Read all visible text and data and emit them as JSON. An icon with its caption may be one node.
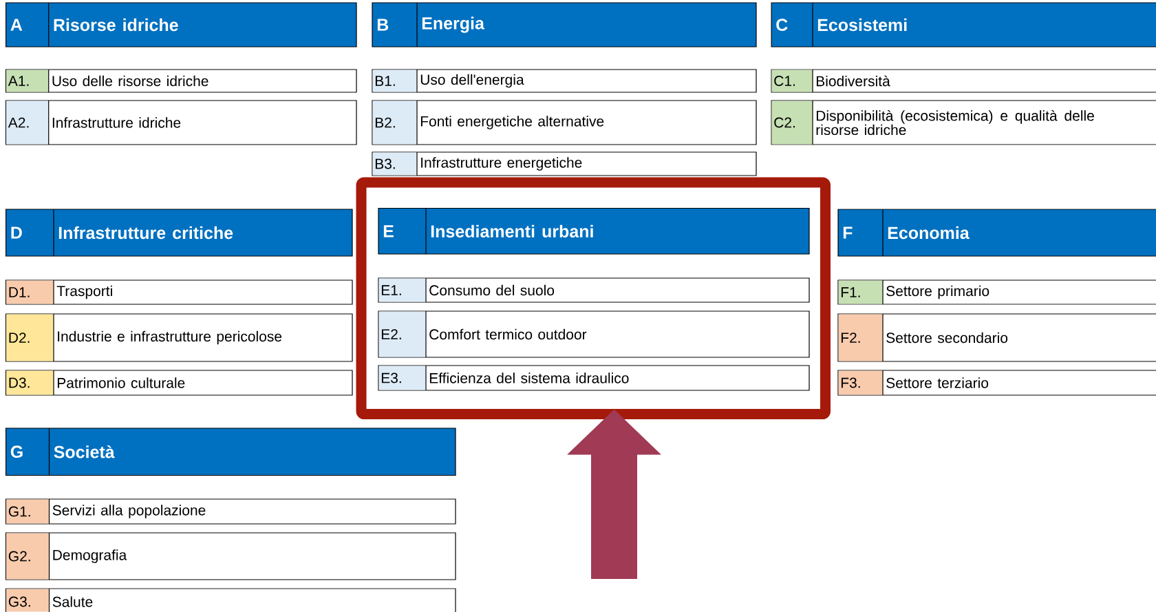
{
  "diagram": {
    "nodes": [
      {
        "text": [
          "A",
          "Risorse idriche"
        ]
      },
      {
        "text": [
          "A1.",
          "Uso delle risorse idriche"
        ]
      },
      {
        "text": [
          "A2.",
          "Infrastrutture idriche"
        ]
      },
      {
        "text": [
          "B",
          "Energia"
        ]
      },
      {
        "text": [
          "B1.",
          "Uso dell'energia"
        ]
      },
      {
        "text": [
          "B2.",
          "Fonti energetiche alternative"
        ]
      },
      {
        "text": [
          "B3.",
          "Infrastrutture energetiche"
        ]
      },
      {
        "text": [
          "C",
          "Ecosistemi"
        ]
      },
      {
        "text": [
          "C1.",
          "Biodiversità"
        ]
      },
      {
        "text": [
          "C2.",
          "Disponibilità (ecosistemica) e qualità delle risorse idriche"
        ]
      },
      {
        "text": [
          "D",
          "Infrastrutture critiche"
        ]
      },
      {
        "text": [
          "D1.",
          "Trasporti"
        ]
      },
      {
        "text": [
          "D2.",
          "Industrie e infrastrutture pericolose"
        ]
      },
      {
        "text": [
          "D3.",
          "Patrimonio culturale"
        ]
      },
      {
        "text": [],
        "shape": "box"
      },
      {
        "text": [
          "E",
          "Insediamenti urbani"
        ],
        "in": 14
      },
      {
        "text": [
          "E1.",
          "Consumo del suolo"
        ],
        "in": 14
      },
      {
        "text": [
          "E2.",
          "Comfort termico outdoor"
        ],
        "in": 14
      },
      {
        "text": [
          "E3.",
          "Efficienza del sistema idraulico"
        ],
        "in": 14
      },
      {
        "text": [
          "F",
          "Economia"
        ]
      },
      {
        "text": [
          "F1.",
          "Settore primario"
        ]
      },
      {
        "text": [
          "F2.",
          "Settore secondario"
        ]
      },
      {
        "text": [
          "F3.",
          "Settore terziario"
        ]
      },
      {
        "text": [
          "G",
          "Società"
        ]
      },
      {
        "text": [
          "G1.",
          "Servizi alla popolazione"
        ]
      },
      {
        "text": [
          "G2.",
          "Demografia"
        ]
      },
      {
        "text": [
          "G3.",
          "Salute"
        ]
      }
    ],
    "edges": [
      {
        "from": null,
        "to": 14,
        "arrow": "to",
        "color": "#a03a55"
      }
    ]
  }
}
